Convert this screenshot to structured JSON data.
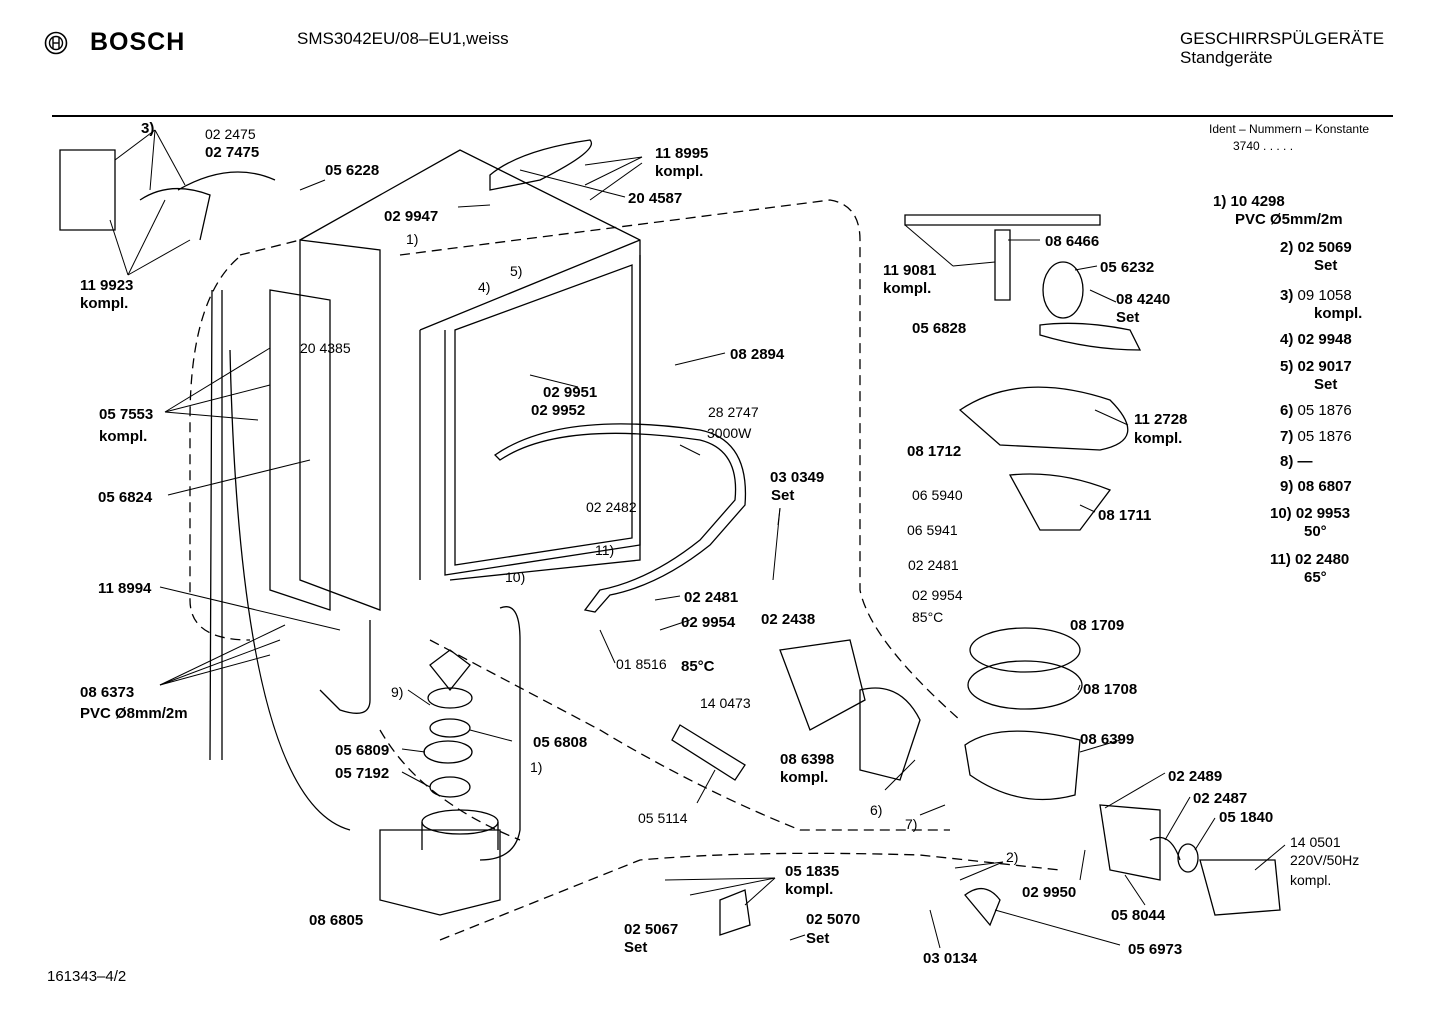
{
  "header": {
    "brand": "BOSCH",
    "model": "SMS3042EU/08–EU1,weiss",
    "category_line1": "GESCHIRRSPÜLGERÄTE",
    "category_line2": "Standgeräte",
    "ident_label": "Ident – Nummern – Konstante",
    "ident_value": "3740  .  .  .  .  ."
  },
  "footer": {
    "doc_number": "161343–4/2"
  },
  "legend": [
    {
      "num": "1)",
      "lines": [
        "10 4298",
        "PVC Ø5mm/2m"
      ],
      "bold": true
    },
    {
      "num": "2)",
      "lines": [
        "02 5069",
        "Set"
      ],
      "bold": true
    },
    {
      "num": "3)",
      "lines": [
        "09 1058",
        "kompl."
      ],
      "bold": false
    },
    {
      "num": "4)",
      "lines": [
        "02 9948"
      ],
      "bold": true
    },
    {
      "num": "5)",
      "lines": [
        "02 9017",
        "Set"
      ],
      "bold": true
    },
    {
      "num": "6)",
      "lines": [
        "05 1876"
      ],
      "bold": false
    },
    {
      "num": "7)",
      "lines": [
        "05 1876"
      ],
      "bold": false
    },
    {
      "num": "8)",
      "lines": [
        "—"
      ],
      "bold": true
    },
    {
      "num": "9)",
      "lines": [
        "08 6807"
      ],
      "bold": true
    },
    {
      "num": "10)",
      "lines": [
        "02 9953",
        "50°"
      ],
      "bold": true
    },
    {
      "num": "11)",
      "lines": [
        "02 2480",
        "65°"
      ],
      "bold": true
    }
  ],
  "labels": {
    "l3": "3)",
    "l022475": "02 2475",
    "l027475": "02 7475",
    "l056228": "05 6228",
    "l118995a": "11 8995",
    "l118995b": "kompl.",
    "l029947": "02 9947",
    "l204587": "20 4587",
    "l119923a": "11 9923",
    "l119923b": "kompl.",
    "l1a": "1)",
    "l4": "4)",
    "l5": "5)",
    "l204385": "20 4385",
    "l082894": "08 2894",
    "l029951": "02 9951",
    "l029952": "02 9952",
    "l057553a": "05 7553",
    "l057553b": "kompl.",
    "l282747a": "28 2747",
    "l282747b": "3000W",
    "l056824": "05 6824",
    "l030349a": "03 0349",
    "l030349b": "Set",
    "l022482": "02 2482",
    "l11": "11)",
    "l10": "10)",
    "l118994": "11 8994",
    "l022481a": "02 2481",
    "l029954a": "02 9954",
    "l029954b": "85°C",
    "l022438": "02 2438",
    "l086373a": "08 6373",
    "l086373b": "PVC Ø8mm/2m",
    "l9": "9)",
    "l018516": "01 8516",
    "l140473": "14 0473",
    "l056809": "05 6809",
    "l056808": "05 6808",
    "l057192": "05 7192",
    "l1b": "1)",
    "l086398a": "08 6398",
    "l086398b": "kompl.",
    "l6": "6)",
    "l7": "7)",
    "l055114": "05 5114",
    "l051835a": "05 1835",
    "l051835b": "kompl.",
    "l086805": "08 6805",
    "l025067a": "02 5067",
    "l025067b": "Set",
    "l025070a": "02 5070",
    "l025070b": "Set",
    "l2": "2)",
    "l030134": "03 0134",
    "l056973": "05 6973",
    "l086466": "08 6466",
    "l119081a": "11 9081",
    "l119081b": "kompl.",
    "l056232": "05 6232",
    "l084240a": "08 4240",
    "l084240b": "Set",
    "l056828": "05 6828",
    "l112728a": "11 2728",
    "l112728b": "kompl.",
    "l081712": "08 1712",
    "l081711": "08 1711",
    "l065940": "06 5940",
    "l065941": "06 5941",
    "l022481b": "02 2481",
    "l029954c": "02 9954",
    "l029954d": "85°C",
    "l081709": "08 1709",
    "l081708": "08 1708",
    "l086399": "08 6399",
    "l022489": "02 2489",
    "l022487": "02 2487",
    "l051840": "05 1840",
    "l140501a": "14 0501",
    "l140501b": "220V/50Hz",
    "l140501c": "kompl.",
    "l029950": "02 9950",
    "l058044": "05 8044"
  }
}
